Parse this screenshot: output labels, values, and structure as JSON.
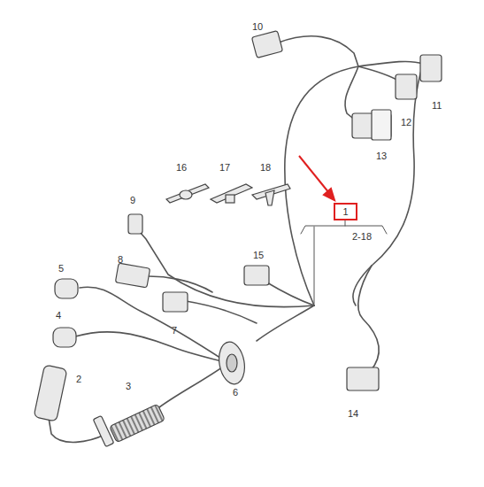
{
  "diagram": {
    "nodes": [
      {
        "text": [
          "1"
        ]
      }
    ],
    "labels": [
      "10",
      "11",
      "12",
      "13",
      "16",
      "17",
      "18",
      "2-18",
      "9",
      "15",
      "8",
      "5",
      "7",
      "4",
      "2",
      "3",
      "6",
      "14"
    ]
  }
}
